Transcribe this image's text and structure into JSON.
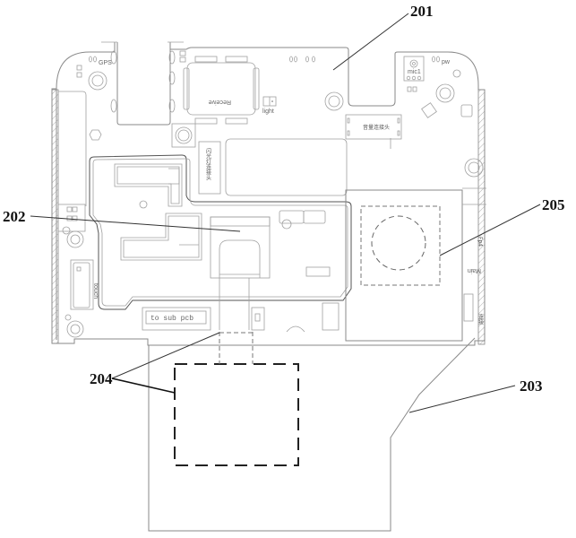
{
  "reference_numerals": {
    "main_board": "201",
    "shield_region": "202",
    "fpc_board": "203",
    "fingerprint_module": "204",
    "camera_region": "205"
  },
  "component_labels": {
    "gps": "GPS",
    "receiver": "Receive",
    "light": "light",
    "mic": "mic1",
    "pw": "pw",
    "touch": "touch",
    "to_sub_pcb": "to sub pcb",
    "main_label": "Main",
    "cjk_connector_top": "音量连接头",
    "cjk_connector_vertical": "闪光灯连接头",
    "side_right_1": "Fp4",
    "side_right_2": "连接"
  }
}
